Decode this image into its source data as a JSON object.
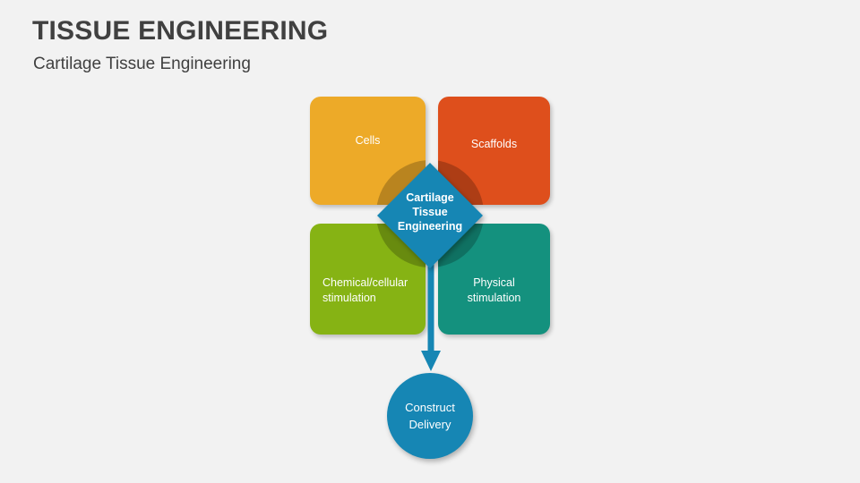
{
  "header": {
    "title": "TISSUE ENGINEERING",
    "subtitle": "Cartilage Tissue Engineering"
  },
  "colors": {
    "background": "#f2f2f2",
    "title_text": "#404040",
    "cells": "#edaa28",
    "scaffolds": "#de4f1c",
    "chemical": "#86b314",
    "physical": "#14917e",
    "center": "#1686b4",
    "arrow": "#1686b4",
    "output": "#1686b4",
    "label_text": "#ffffff"
  },
  "diagram": {
    "quadrants": [
      {
        "id": "cells",
        "label": "Cells"
      },
      {
        "id": "scaffolds",
        "label": "Scaffolds"
      },
      {
        "id": "chemical",
        "label": "Chemical/cellular\nstimulation"
      },
      {
        "id": "physical",
        "label": "Physical\nstimulation"
      }
    ],
    "center": {
      "label": "Cartilage\nTissue\nEngineering"
    },
    "arrow": {
      "name": "down-arrow",
      "direction": "down"
    },
    "output": {
      "label": "Construct\nDelivery"
    }
  }
}
